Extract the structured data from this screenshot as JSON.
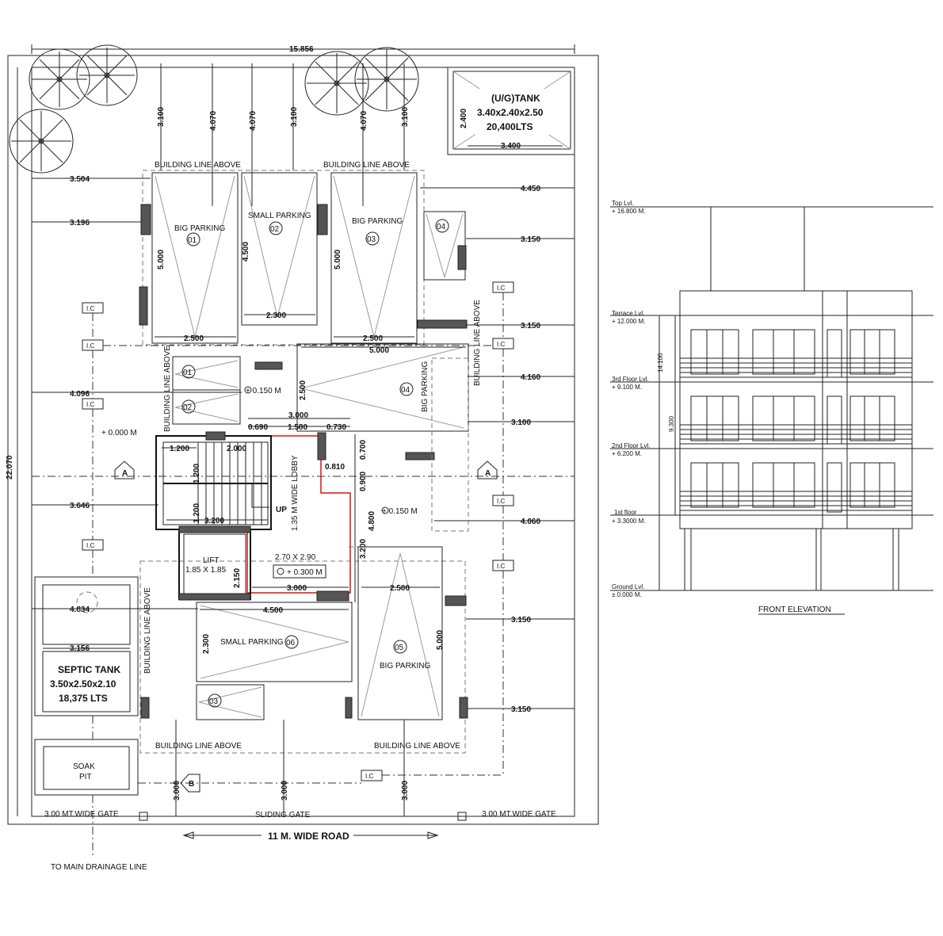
{
  "plan": {
    "overall_width": "15.856",
    "overall_depth": "22.070",
    "tank": {
      "title": "(U/G)TANK",
      "size": "3.40x2.40x2.50",
      "capacity": "20,400LTS",
      "dim_h": "2.400",
      "dim_w": "3.400"
    },
    "top_dims": [
      "3.100",
      "4.070",
      "4.070",
      "3.100",
      "4.070",
      "3.100"
    ],
    "left_dims": [
      "3.504",
      "3.196",
      "4.096",
      "3.646",
      "4.834",
      "3.156"
    ],
    "right_dims": [
      "4.450",
      "3.150",
      "3.150",
      "4.160",
      "3.100",
      "4.060",
      "3.150",
      "3.150"
    ],
    "bottom_dims": [
      "3.000",
      "3.000",
      "3.000"
    ],
    "building_line": "BUILDING LINE ABOVE",
    "parking_big": "BIG PARKING",
    "parking_small": "SMALL PARKING",
    "numbers": [
      "01",
      "02",
      "03",
      "04",
      "05",
      "06"
    ],
    "bay_dims": {
      "d5000": "5.000",
      "d4500": "4.500",
      "d2300": "2.300",
      "d2500": "2.500"
    },
    "ic": "I.C",
    "levels": {
      "l0": "+ 0.000 M",
      "l150": "+ 0.150 M",
      "l300": "+ 0.300 M"
    },
    "section_a": "A",
    "section_b": "B",
    "lobby_dims": [
      "3.000",
      "0.690",
      "1.580",
      "0.730",
      "0.700",
      "0.810",
      "0.900",
      "4.800",
      "3.200",
      "2.150",
      "3.000"
    ],
    "stair": {
      "d1200a": "1.200",
      "d2000": "2.000",
      "d1200b": "1.200",
      "d1200c": "1.200",
      "d3200": "3.200",
      "up": "UP"
    },
    "lobby_label": "1.35 M WIDE LOBBY",
    "lift": {
      "label": "LIFT",
      "size": "1.85 X 1.85"
    },
    "room_size": "2.70 X 2.90",
    "lower_dims": {
      "d4500": "4.500",
      "d2300": "2.300",
      "d2500": "2.500",
      "d5000": "5.000"
    },
    "septic": {
      "title": "SEPTIC TANK",
      "size": "3.50x2.50x2.10",
      "capacity": "18,375 LTS"
    },
    "soak": {
      "l1": "SOAK",
      "l2": "PIT"
    },
    "gate_left": "3.00 MT.WIDE GATE",
    "gate_right": "3.00 MT.WIDE GATE",
    "sliding_gate": "SLIDING GATE",
    "road": "11 M. WIDE ROAD",
    "drain": "TO MAIN DRAINAGE LINE"
  },
  "elevation": {
    "title": "FRONT ELEVATION",
    "levels": [
      {
        "name": "Top Lvl.",
        "value": "+ 16.800 M."
      },
      {
        "name": "Terrace Lvl.",
        "value": "+ 12.000 M."
      },
      {
        "name": "3rd  Floor Lvl.",
        "value": "+ 9.100 M."
      },
      {
        "name": "2nd  Floor Lvl.",
        "value": "+ 6.200 M."
      },
      {
        "name": "1st floor",
        "value": "+ 3.3000 M."
      },
      {
        "name": "Ground Lvl.",
        "value": "± 0.000 M."
      }
    ],
    "dim_total": "14.100",
    "dim_mid": "9.300"
  }
}
